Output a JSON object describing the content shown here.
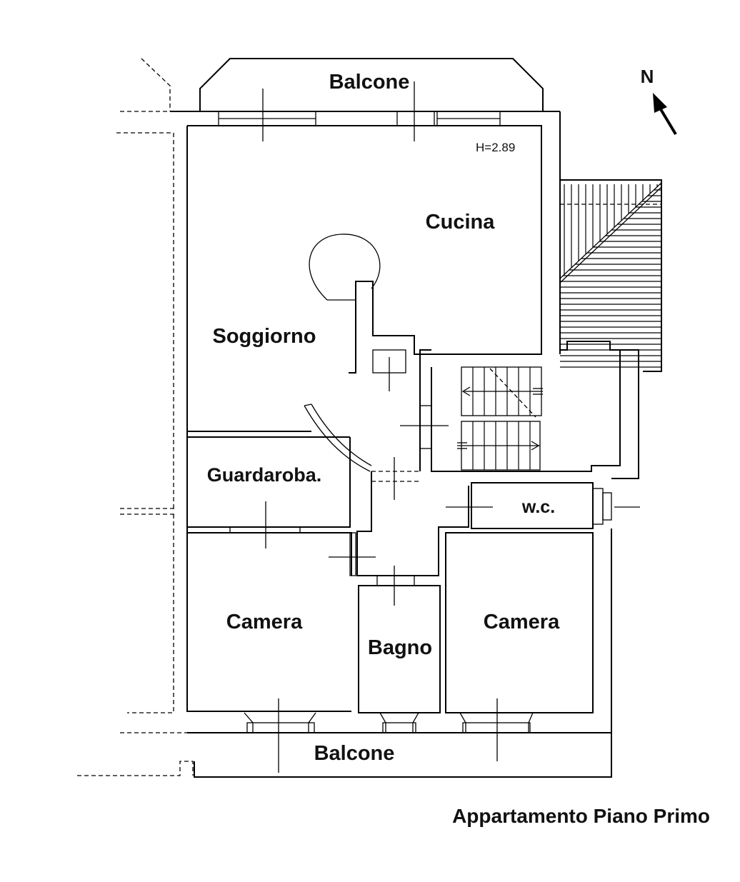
{
  "plan": {
    "compass": {
      "label": "N"
    },
    "height_note": "H=2.89",
    "rooms": {
      "balcone_north": "Balcone",
      "cucina": "Cucina",
      "soggiorno": "Soggiorno",
      "guardaroba": "Guardaroba.",
      "wc": "w.c.",
      "camera_left": "Camera",
      "bagno": "Bagno",
      "camera_right": "Camera",
      "balcone_south": "Balcone"
    },
    "caption": "Appartamento Piano Primo"
  }
}
